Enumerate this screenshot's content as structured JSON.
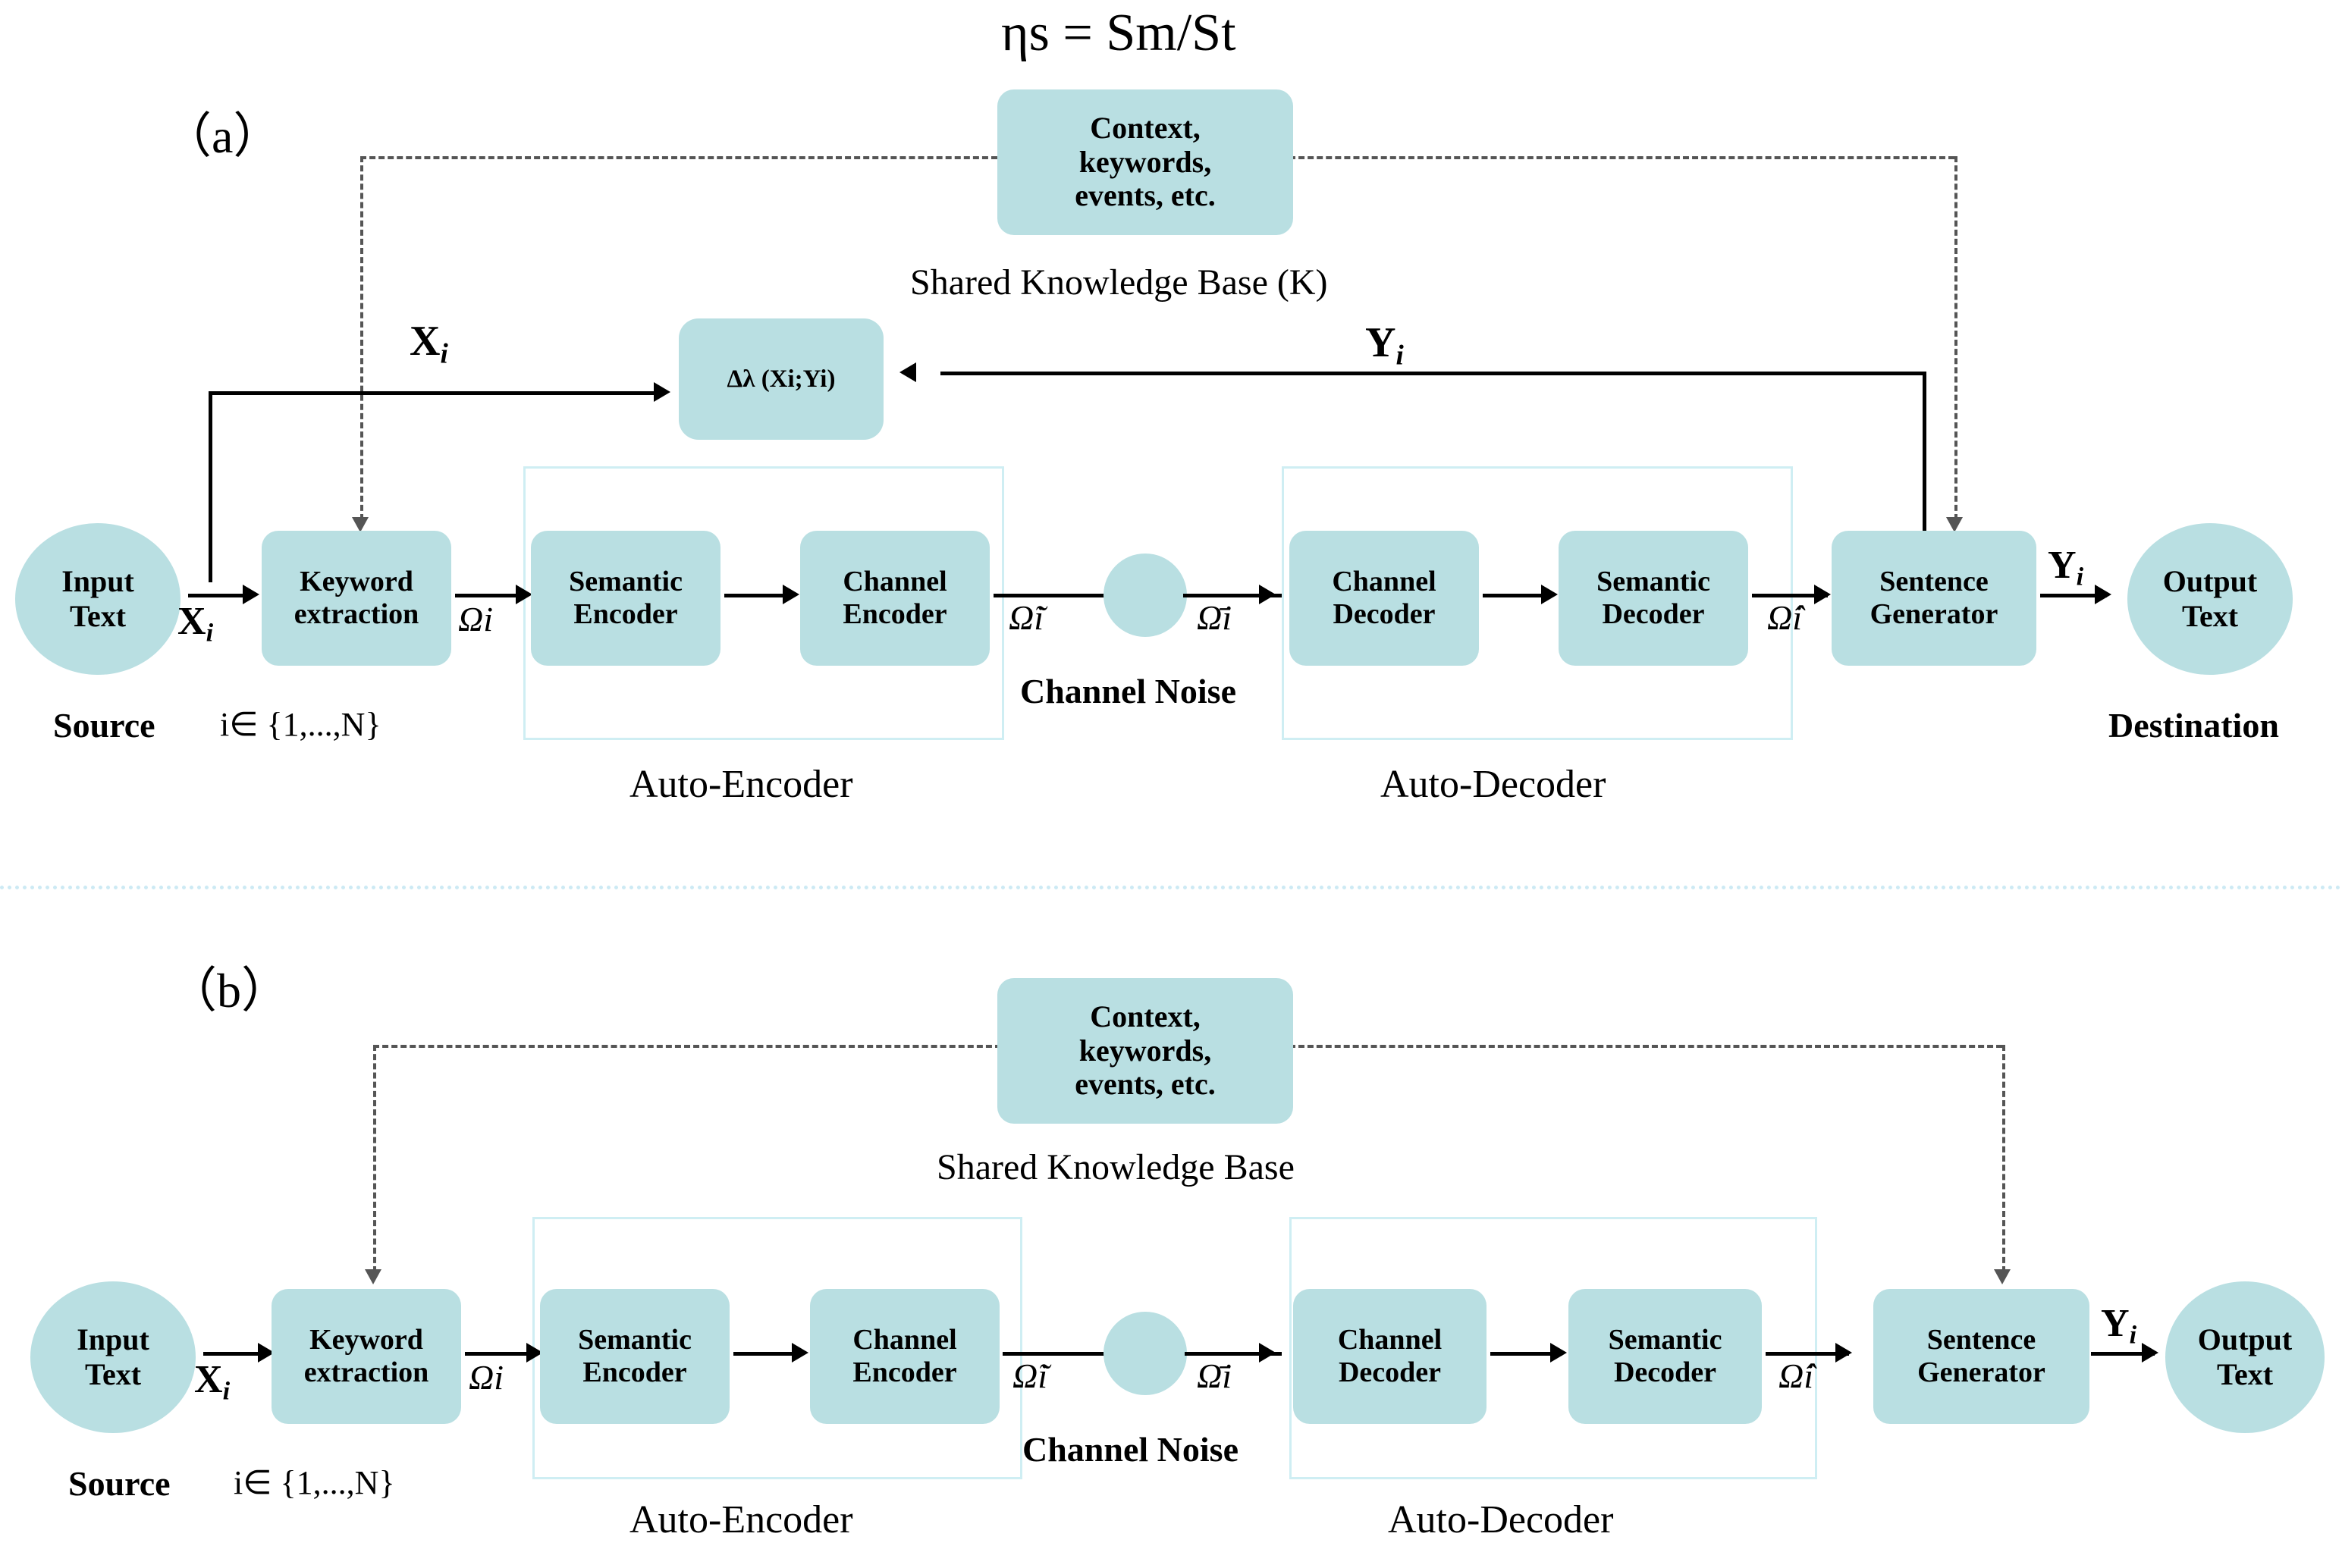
{
  "figure": {
    "title_formula": "ηs = Sm/St",
    "separator": "dotted-divider",
    "accent_color": "#b9dfe2",
    "group_border_color": "#cfeef3",
    "line_color": "#000000",
    "dashed_color": "#555555"
  },
  "panel_a": {
    "tag": "（a）",
    "knowledge": {
      "box_line1": "Context,",
      "box_line2": "keywords,",
      "box_line3": "events, etc.",
      "caption": "Shared Knowledge Base (K)"
    },
    "metric": {
      "box_label": "Δλ (Xi;Yi)",
      "input_label": "Xi",
      "feedback_label": "Yi"
    },
    "source": {
      "node_line1": "Input",
      "node_line2": "Text",
      "caption": "Source",
      "edge_label": "Xi",
      "index_note": "i∈ {1,...,N}"
    },
    "destination": {
      "node_line1": "Output",
      "node_line2": "Text",
      "caption": "Destination",
      "edge_label": "Yi"
    },
    "blocks": [
      {
        "name": "keyword-extraction",
        "line1": "Keyword",
        "line2": "extraction"
      },
      {
        "name": "semantic-encoder",
        "line1": "Semantic",
        "line2": "Encoder"
      },
      {
        "name": "channel-encoder",
        "line1": "Channel",
        "line2": "Encoder"
      },
      {
        "name": "channel-decoder",
        "line1": "Channel",
        "line2": "Decoder"
      },
      {
        "name": "semantic-decoder",
        "line1": "Semantic",
        "line2": "Decoder"
      },
      {
        "name": "sentence-generator",
        "line1": "Sentence",
        "line2": "Generator"
      }
    ],
    "signals": {
      "after_keyword": "Ωi",
      "before_noise": "Ω̃i",
      "after_noise": "Ω̄i",
      "after_semantic_decoder": "Ω̂i"
    },
    "noise_caption": "Channel Noise",
    "group_encoder_caption": "Auto-Encoder",
    "group_decoder_caption": "Auto-Decoder"
  },
  "panel_b": {
    "tag": "（b）",
    "knowledge": {
      "box_line1": "Context,",
      "box_line2": "keywords,",
      "box_line3": "events, etc.",
      "caption": "Shared Knowledge Base"
    },
    "source": {
      "node_line1": "Input",
      "node_line2": "Text",
      "caption": "Source",
      "edge_label": "Xi",
      "index_note": "i∈ {1,...,N}"
    },
    "destination": {
      "node_line1": "Output",
      "node_line2": "Text",
      "edge_label": "Yi"
    },
    "blocks": [
      {
        "name": "keyword-extraction",
        "line1": "Keyword",
        "line2": "extraction"
      },
      {
        "name": "semantic-encoder",
        "line1": "Semantic",
        "line2": "Encoder"
      },
      {
        "name": "channel-encoder",
        "line1": "Channel",
        "line2": "Encoder"
      },
      {
        "name": "channel-decoder",
        "line1": "Channel",
        "line2": "Decoder"
      },
      {
        "name": "semantic-decoder",
        "line1": "Semantic",
        "line2": "Decoder"
      },
      {
        "name": "sentence-generator",
        "line1": "Sentence",
        "line2": "Generator"
      }
    ],
    "signals": {
      "after_keyword": "Ωi",
      "before_noise": "Ω̃i",
      "after_noise": "Ω̄i",
      "after_semantic_decoder": "Ω̂i"
    },
    "noise_caption": "Channel Noise",
    "group_encoder_caption": "Auto-Encoder",
    "group_decoder_caption": "Auto-Decoder"
  }
}
